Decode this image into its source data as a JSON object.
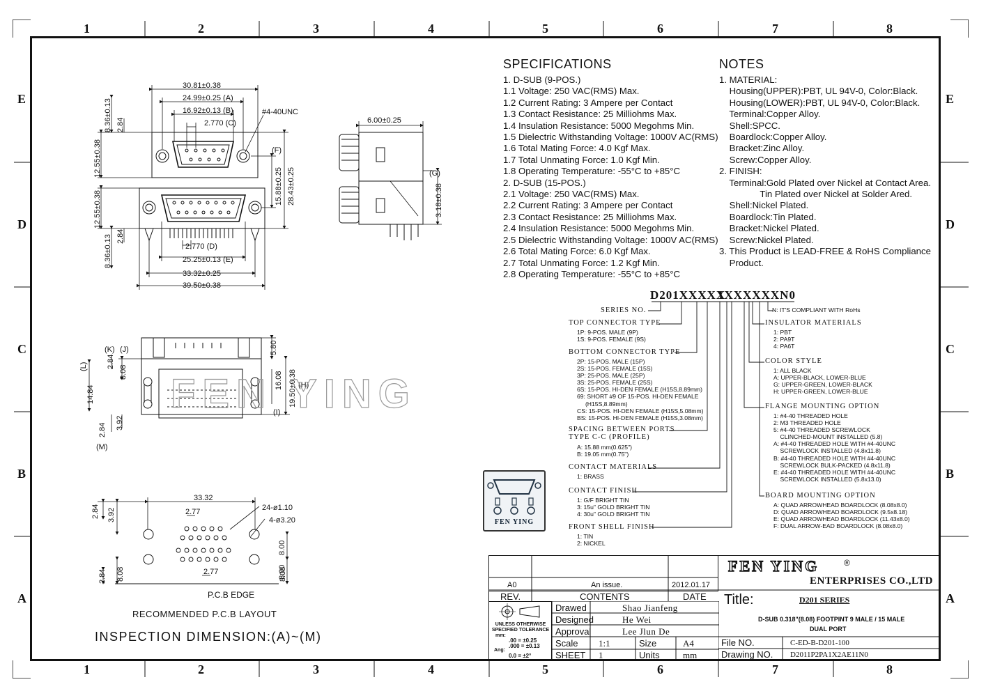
{
  "grid": {
    "columns": [
      "1",
      "2",
      "3",
      "4",
      "5",
      "6",
      "7",
      "8"
    ],
    "rows": [
      "E",
      "D",
      "C",
      "B",
      "A"
    ]
  },
  "specifications": {
    "title": "SPECIFICATIONS",
    "lines": [
      "1. D-SUB (9-POS.)",
      "1.1 Voltage: 250 VAC(RMS) Max.",
      "1.2 Current Rating: 3 Ampere per Contact",
      "1.3 Contact Resistance: 25 Milliohms Max.",
      "1.4 Insulation Resistance: 5000 Megohms Min.",
      "1.5 Dielectric Withstanding Voltage: 1000V AC(RMS)",
      "1.6 Total Mating Force: 4.0 Kgf Max.",
      "1.7 Total Unmating Force: 1.0 Kgf Min.",
      "1.8 Operating Temperature: -55°C to +85°C",
      "2. D-SUB (15-POS.)",
      "2.1 Voltage: 250 VAC(RMS) Max.",
      "2.2 Current Rating: 3 Ampere per Contact",
      "2.3 Contact Resistance: 25 Milliohms Max.",
      "2.4 Insulation Resistance: 5000 Megohms Min.",
      "2.5 Dielectric Withstanding Voltage: 1000V AC(RMS)",
      "2.6 Total Mating Force: 6.0 Kgf Max.",
      "2.7 Total Unmating Force: 1.2 Kgf Min.",
      "2.8 Operating Temperature: -55°C to +85°C"
    ]
  },
  "notes": {
    "title": "NOTES",
    "lines": [
      "1. MATERIAL:",
      "    Housing(UPPER):PBT, UL 94V-0, Color:Black.",
      "    Housing(LOWER):PBT, UL 94V-0, Color:Black.",
      "    Terminal:Copper Alloy.",
      "    Shell:SPCC.",
      "    Boardlock:Copper Alloy.",
      "    Bracket:Zinc Alloy.",
      "    Screw:Copper Alloy.",
      "2. FINISH:",
      "    Terminal:Gold Plated over Nickel at Contact Area.",
      "                Tin Plated over Nickel at Solder Ared.",
      "    Shell:Nickel Plated.",
      "    Boardlock:Tin Plated.",
      "    Bracket:Nickel Plated.",
      "    Screw:Nickel Plated.",
      "3. This Product is LEAD-FREE & RoHS Compliance",
      "    Product."
    ]
  },
  "part_code": {
    "prefix": "D201XXXXX",
    "suffix": "1XXXXXXN0",
    "series_label": "SERIES NO.",
    "rohs_note": "N: IT'S COMPLIANT WITH RoHs"
  },
  "options_left": [
    {
      "title": "TOP CONNECTOR TYPE",
      "lines": [
        "1P: 9-POS. MALE (9P)",
        "1S: 9-POS. FEMALE (9S)"
      ]
    },
    {
      "title": "BOTTOM CONNECTOR TYPE",
      "lines": [
        "2P: 15-POS. MALE (15P)",
        "2S: 15-POS. FEMALE (15S)",
        "3P: 25-POS. MALE (25P)",
        "3S: 25-POS. FEMALE (25S)",
        "6S: 15-POS. HI-DEN FEMALE (H15S,8.89mm)",
        "69: SHORT #9 OF 15-POS. HI-DEN FEMALE",
        "     (H15S,8.89mm)",
        "CS: 15-POS. HI-DEN FEMALE (H15S,5.08mm)",
        "BS: 15-POS. HI-DEN FEMALE (H15S,3.08mm)"
      ]
    },
    {
      "title": "SPACING BETWEEN PORTS\nTYPE C-C (PROFILE)",
      "lines": [
        "A: 15.88 mm(0.625\")",
        "B: 19.05 mm(0.75\")"
      ]
    },
    {
      "title": "CONTACT MATERIALS",
      "lines": [
        "1: BRASS"
      ]
    },
    {
      "title": "CONTACT FINISH",
      "lines": [
        "1: G/F BRIGHT TIN",
        "3: 15u\" GOLD BRIGHT TIN",
        "4: 30u\" GOLD BRIGHT TIN"
      ]
    },
    {
      "title": "FRONT SHELL FINISH",
      "lines": [
        "1: TIN",
        "2: NICKEL"
      ]
    }
  ],
  "options_right": [
    {
      "title": "INSULATOR MATERIALS",
      "lines": [
        "1: PBT",
        "2: PA9T",
        "4: PA6T"
      ]
    },
    {
      "title": "COLOR STYLE",
      "lines": [
        "1: ALL BLACK",
        "A: UPPER-BLACK, LOWER-BLUE",
        "G: UPPER-GREEN, LOWER-BLACK",
        "H: UPPER-GREEN, LOWER-BLUE"
      ]
    },
    {
      "title": "FLANGE MOUNTING OPTION",
      "lines": [
        "1: #4-40 THREADED HOLE",
        "2: M3 THREADED HOLE",
        "5: #4-40 THREADED SCREWLOCK",
        "    CLINCHED-MOUNT INSTALLED (5.8)",
        "A: #4-40 THREADED HOLE WITH #4-40UNC",
        "    SCREWLOCK INSTALLED (4.8x11.8)",
        "B: #4-40 THREADED HOLE WITH #4-40UNC",
        "    SCREWLOCK BULK-PACKED (4.8x11.8)",
        "E: #4-40 THREADED HOLE WITH #4-40UNC",
        "    SCREWLOCK INSTALLED (5.8x13.0)"
      ]
    },
    {
      "title": "BOARD MOUNTING OPTION",
      "lines": [
        "A: QUAD ARROWHEAD BOARDLOCK (8.08x8.0)",
        "D: QUAD ARROWHEAD BOARDLOCK (9.5x8.18)",
        "E: QUAD ARROWHEAD BOARDLOCK (11.43x8.0)",
        "F: DUAL ARROW-EAD BOARDLOCK (8.08x8.0)"
      ]
    }
  ],
  "dimensions": {
    "top_view": [
      "30.81±0.38",
      "24.99±0.25 (A)",
      "16.92±0.13 (B)",
      "2.770 (C)",
      "#4-40UNC",
      "(F)",
      "8.36±0.13",
      "2.84",
      "12.55±0.38",
      "15.88±0.25",
      "28.43±0.25",
      "12.55±0.38",
      "2.84",
      "8.36±0.13",
      "2.770 (D)",
      "25.25±0.13 (E)",
      "33.32±0.25",
      "39.50±0.38"
    ],
    "side_view": [
      "6.00±0.25",
      "(G)",
      "3.18±0.38"
    ],
    "front_view": [
      "(K)",
      "(J)",
      "(L)",
      "14.84",
      "2.84",
      "8.08",
      "5.80",
      "16.08",
      "(H)",
      "19.50±0.38",
      "(I)",
      "3.92",
      "2.84",
      "(M)"
    ],
    "pcb_layout": [
      "33.32",
      "2.77",
      "24-ø1.10",
      "4-ø3.20",
      "2.84",
      "3.92",
      "8.00",
      "8.00",
      "2.84",
      "8.08",
      "2.77",
      "8.08",
      "P.C.B EDGE"
    ]
  },
  "pcb_layout_label": "RECOMMENDED P.C.B LAYOUT",
  "inspection_label": "INSPECTION DIMENSION:(A)~(M)",
  "watermark": "FEN YING",
  "logo_text": "FEN YING",
  "title_block": {
    "company": "FEN YING",
    "company_suffix": "ENTERPRISES CO.,LTD",
    "rev_value": "A0",
    "contents_value": "An issue.",
    "date_value": "2012.01.17",
    "rev_label": "REV.",
    "contents_label": "CONTENTS",
    "date_label": "DATE",
    "drawed_label": "Drawed",
    "drawed_value": "Shao Jianfeng",
    "designed_label": "Designed",
    "designed_value": "He Wei",
    "approval_label": "Approval",
    "approval_value": "Lee Jlun De",
    "scale_label": "Scale",
    "scale_value": "1:1",
    "size_label": "Size",
    "size_value": "A4",
    "sheet_label": "SHEET",
    "sheet_value": "1",
    "units_label": "Units",
    "units_value": "mm",
    "title_label": "Title:",
    "title_value": "D201 SERIES",
    "description": "D-SUB 0.318\"(8.08) FOOTPINT 9 MALE / 15 MALE",
    "description2": "DUAL PORT",
    "file_label": "File NO.",
    "file_value": "C-ED-B-D201-100",
    "drawing_label": "Drawing NO.",
    "drawing_value": "D2011P2PA1X2AE11N0",
    "tolerance_title": "UNLESS OTHERWISE SPECIFIED TOLERANCE",
    "tolerance_unit": "mm:",
    "tol1": ".00  = ±0.25",
    "tol2": ".000 = ±0.13",
    "ang_label": "Ang:",
    "tol3": "0.0  = ±2°"
  }
}
